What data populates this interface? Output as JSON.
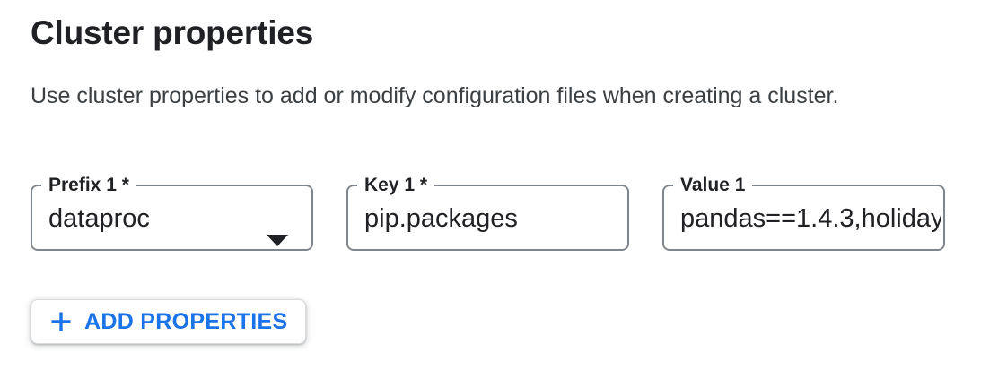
{
  "section": {
    "title": "Cluster properties",
    "description": "Use cluster properties to add or modify configuration files when creating a cluster."
  },
  "form": {
    "fields": [
      {
        "label": "Prefix 1 *",
        "value": "dataproc",
        "type": "select",
        "icon": "dropdown-arrow-icon"
      },
      {
        "label": "Key 1 *",
        "value": "pip.packages",
        "type": "text"
      },
      {
        "label": "Value 1",
        "value": "pandas==1.4.3,holiday",
        "type": "text"
      }
    ],
    "add_button": {
      "label": "ADD PROPERTIES",
      "icon": "plus-icon"
    }
  },
  "colors": {
    "accent_blue": "#1a73e8",
    "field_border": "#80868b",
    "text_primary": "#202124",
    "text_secondary": "#3c4043",
    "button_border": "#dadce0"
  }
}
